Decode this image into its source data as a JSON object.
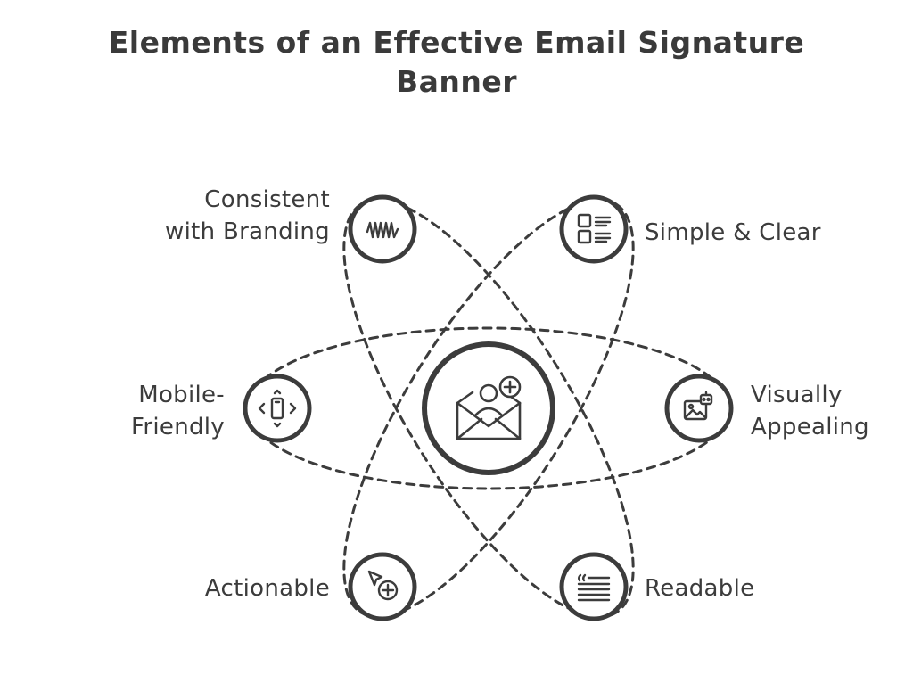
{
  "title": {
    "line1": "Elements of an Effective Email Signature",
    "line2": "Banner"
  },
  "center": {
    "icon": "email-person-add-icon"
  },
  "nodes": [
    {
      "id": "consistent",
      "label_lines": [
        "Consistent",
        "with Branding"
      ],
      "icon": "waveform-icon"
    },
    {
      "id": "simple",
      "label_lines": [
        "Simple & Clear"
      ],
      "icon": "layout-list-icon"
    },
    {
      "id": "mobile",
      "label_lines": [
        "Mobile-",
        "Friendly"
      ],
      "icon": "mobile-resize-icon"
    },
    {
      "id": "visual",
      "label_lines": [
        "Visually",
        "Appealing"
      ],
      "icon": "image-robot-icon"
    },
    {
      "id": "actionable",
      "label_lines": [
        "Actionable"
      ],
      "icon": "cursor-add-icon"
    },
    {
      "id": "readable",
      "label_lines": [
        "Readable"
      ],
      "icon": "quote-text-icon"
    }
  ],
  "colors": {
    "stroke": "#3c3c3c",
    "text": "#3c3c3c",
    "background": "#ffffff"
  }
}
